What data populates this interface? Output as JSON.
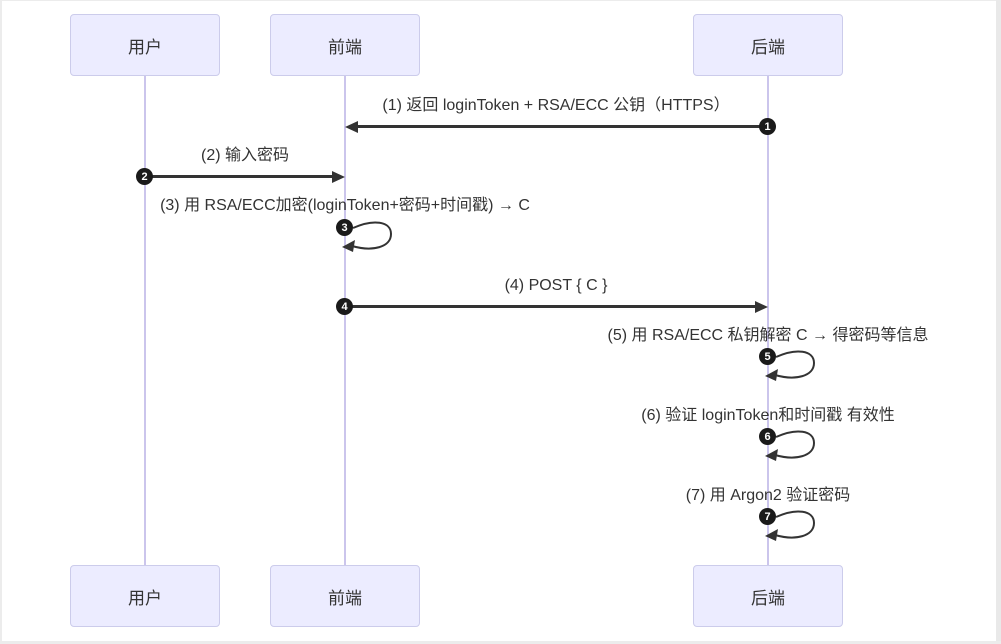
{
  "diagram": {
    "type": "sequence-diagram",
    "actors": {
      "user": "用户",
      "frontend": "前端",
      "backend": "后端"
    },
    "messages": [
      {
        "num": "1",
        "label": "(1) 返回 loginToken + RSA/ECC 公钥（HTTPS）",
        "from": "后端",
        "to": "前端",
        "kind": "message"
      },
      {
        "num": "2",
        "label": "(2) 输入密码",
        "from": "用户",
        "to": "前端",
        "kind": "message"
      },
      {
        "num": "3",
        "label": "(3) 用 RSA/ECC加密(loginToken+密码+时间戳) → C",
        "from": "前端",
        "to": "前端",
        "kind": "self"
      },
      {
        "num": "4",
        "label": "(4) POST { C }",
        "from": "前端",
        "to": "后端",
        "kind": "message"
      },
      {
        "num": "5",
        "label": "(5) 用 RSA/ECC 私钥解密 C → 得密码等信息",
        "from": "后端",
        "to": "后端",
        "kind": "self"
      },
      {
        "num": "6",
        "label": "(6) 验证 loginToken和时间戳 有效性",
        "from": "后端",
        "to": "后端",
        "kind": "self"
      },
      {
        "num": "7",
        "label": "(7) 用 Argon2 验证密码",
        "from": "后端",
        "to": "后端",
        "kind": "self"
      }
    ],
    "colors": {
      "actor_fill": "#ECECFF",
      "actor_border": "#CCCCEB",
      "lifeline": "#CBC5EC",
      "arrow": "#333333",
      "badge_bg": "#1A1A1A",
      "badge_text": "#FFFFFF",
      "text": "#333333",
      "background": "#FFFFFF"
    }
  }
}
